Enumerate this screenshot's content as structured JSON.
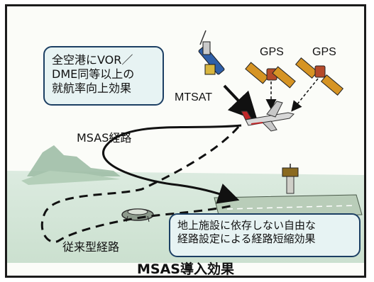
{
  "callout_top": {
    "lines": [
      "全空港にVOR／",
      "DME同等以上の",
      "就航率向上効果"
    ]
  },
  "labels": {
    "mtsat": "MTSAT",
    "gps_1": "GPS",
    "gps_2": "GPS",
    "msas_route": "MSAS経路",
    "conventional_route": "従来型経路"
  },
  "callout_bottom": {
    "lines": [
      "地上施設に依存しない自由な",
      "経路設定による経路短縮効果"
    ]
  },
  "caption": "MSAS導入効果",
  "colors": {
    "frame": "#1b1b1b",
    "callout_border": "#1c3f63",
    "callout_fill": "#e7f3f3",
    "ground": "#d3e6d7",
    "sky": "#fbfcf8"
  }
}
